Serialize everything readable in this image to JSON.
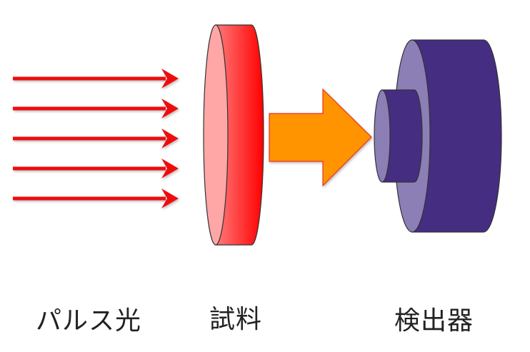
{
  "diagram": {
    "title": "Pulse light measurement schematic",
    "labels": {
      "pulse_light": "パルス光",
      "sample": "試料",
      "detector": "検出器"
    },
    "components": {
      "pulse_arrows": {
        "count": 5,
        "color": "#ee1111"
      },
      "sample_disc": {
        "front_color": "#ffa6a6",
        "side_gradient": [
          "#ff7070",
          "#ff0000"
        ],
        "outline": "#333333"
      },
      "flow_arrow": {
        "fill": "#ff9300",
        "outline": "#e8322a"
      },
      "detector": {
        "face_color": "#8c7fb6",
        "body_color": "#452d82",
        "outline": "#333333"
      }
    }
  }
}
